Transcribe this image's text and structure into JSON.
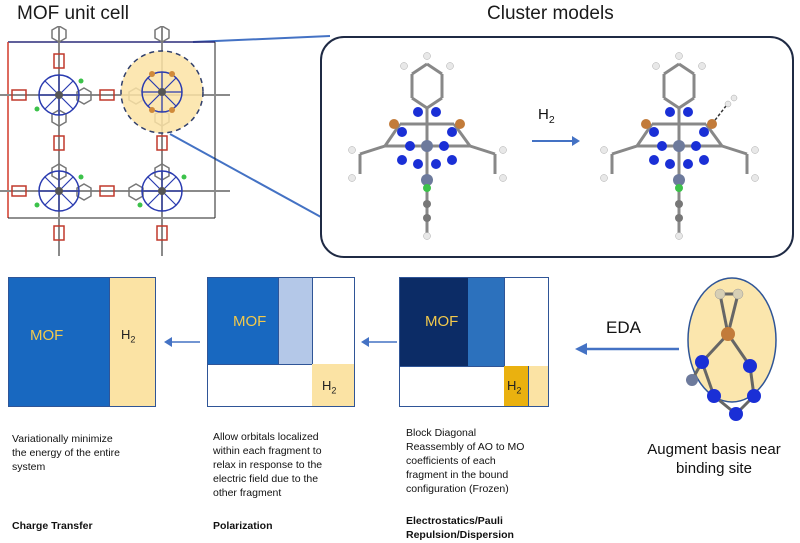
{
  "titles": {
    "mof_unit_cell": "MOF unit cell",
    "cluster_models": "Cluster models"
  },
  "arrows": {
    "h2_reaction": "H2",
    "eda": "EDA"
  },
  "panels": {
    "charge_transfer": {
      "mof_label": "MOF",
      "h2_label": "H2",
      "description": [
        "Variationally minimize",
        "the energy of the entire",
        "system"
      ],
      "name": "Charge Transfer"
    },
    "polarization": {
      "mof_label": "MOF",
      "h2_label": "H2",
      "description": [
        "Allow orbitals localized",
        "within each fragment to",
        "relax in response to the",
        "electric field due to the",
        "other fragment"
      ],
      "name": "Polarization"
    },
    "frozen": {
      "mof_label": "MOF",
      "h2_label": "H2",
      "description": [
        "Block Diagonal",
        "Reassembly of AO to MO",
        "coefficients of each",
        "fragment in the bound",
        "configuration (Frozen)"
      ],
      "name": [
        "Electrostatics/Pauli",
        "Repulsion/Dispersion"
      ]
    }
  },
  "augment_caption": [
    "Augment basis near",
    "binding site"
  ],
  "colors": {
    "mof_blue": "#1868c0",
    "h2_yellow": "#fbe3a4",
    "frozen_navy": "#0c2c66",
    "frozen_mid": "#2c71bd",
    "pale_blue": "#b4c8e8",
    "gold": "#eab10f",
    "frame_blue": "#2f5597",
    "arrow_blue": "#4472c4"
  }
}
